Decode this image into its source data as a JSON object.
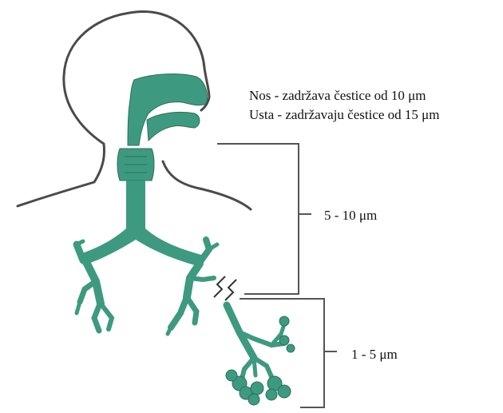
{
  "labels": {
    "nose": "Nos - zadržava čestice od 10 μm",
    "mouth": "Usta - zadržavaju čestice od 15 μm",
    "upper_range": "5 - 10 μm",
    "lower_range": "1 - 5 μm"
  },
  "colors": {
    "airway": "#3d9a80",
    "airway_outline": "#2f6f5c",
    "outline": "#4a4a4a",
    "bracket": "#555555"
  }
}
